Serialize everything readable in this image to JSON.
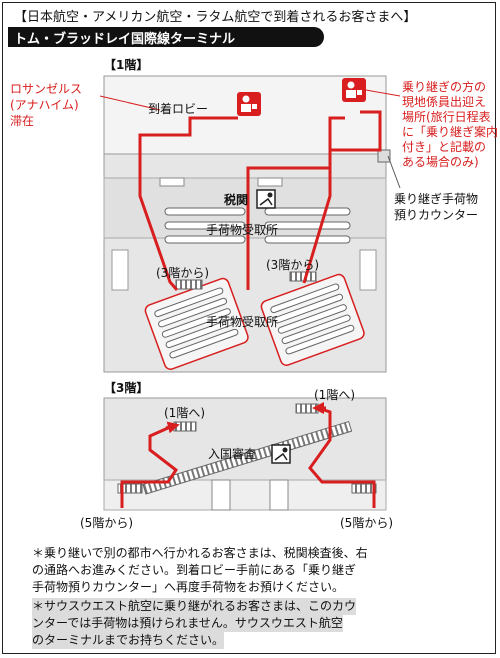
{
  "header": "【日本航空・アメリカン航空・ラタム航空で到着されるお客さまへ】",
  "terminal_band": "トム・ブラッドレイ国際線ターミナル",
  "floor1": {
    "title": "【1階】",
    "arrival_lobby": "到着ロビー",
    "customs": "税関",
    "baggage_claim_top": "手荷物受取所",
    "baggage_claim_bottom": "手荷物受取所",
    "from_3f_left": "(3階から)",
    "from_3f_right": "(3階から)",
    "transfer_counter_line1": "乗り継ぎ手荷物",
    "transfer_counter_line2": "預りカウンター",
    "left_note_line1": "ロサンゼルス",
    "left_note_line2": "(アナハイム)",
    "left_note_line3": "滞在",
    "right_note_lines": [
      "乗り継ぎの方の",
      "現地係員出迎え",
      "場所(旅行日程表",
      "に「乗り継ぎ案内",
      "付き」と記載の",
      "ある場合のみ)"
    ]
  },
  "floor3": {
    "title": "【3階】",
    "to_1f_left": "(1階へ)",
    "to_1f_right": "(1階へ)",
    "immigration": "入国審査",
    "from_5f_left": "(5階から)",
    "from_5f_right": "(5階から)"
  },
  "notes": {
    "note1_lines": [
      "＊乗り継いで別の都市へ行かれるお客さまは、税関検査後、右",
      "の通路へお進みください。到着ロビー手前にある「乗り継ぎ",
      "手荷物預りカウンター」へ再度手荷物をお預けください。"
    ],
    "note2_lines": [
      "＊サウスウエスト航空に乗り継がれるお客さまは、このカウ",
      "ンターでは手荷物は預けられません。サウスウエスト航空",
      "のターミナルまでお持ちください。"
    ]
  },
  "colors": {
    "route": "#d81e1e",
    "band": "#111111",
    "floor": "#e6e6e6",
    "wall": "#ffffff",
    "stripe": "#888888"
  },
  "icons": [
    "staff-greeter-icon",
    "customs-officer-icon",
    "immigration-officer-icon",
    "escalator-icon",
    "baggage-carousel-icon"
  ]
}
